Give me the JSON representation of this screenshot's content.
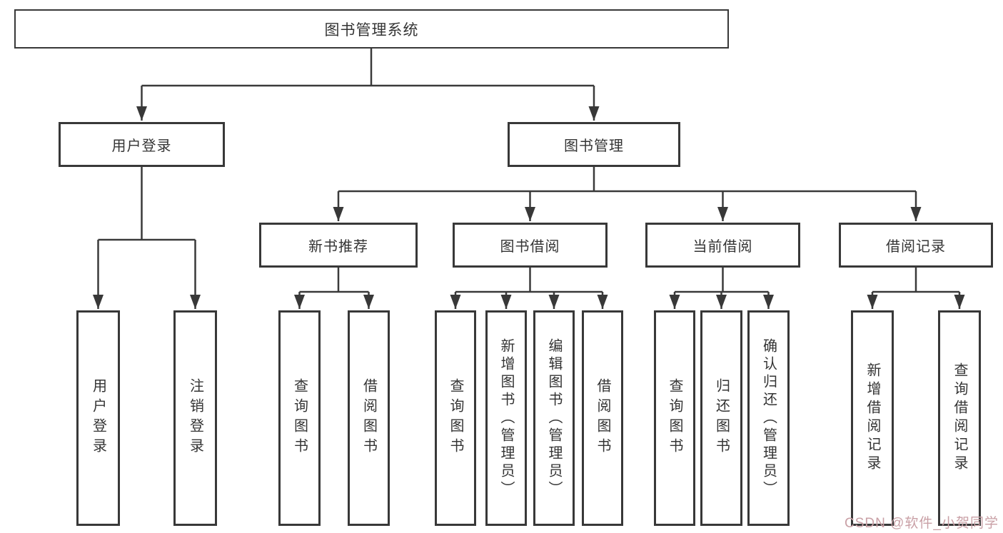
{
  "colors": {
    "line": "#3a3a3a",
    "border": "#383838",
    "text": "#343434",
    "watermark": "#c9a0a6",
    "background": "#ffffff"
  },
  "tree": {
    "root": {
      "label": "图书管理系统"
    },
    "modules": [
      {
        "label": "用户登录",
        "children": [
          "用户登录",
          "注销登录"
        ]
      },
      {
        "label": "图书管理",
        "sections": [
          {
            "label": "新书推荐",
            "children": [
              "查询图书",
              "借阅图书"
            ]
          },
          {
            "label": "图书借阅",
            "children": [
              "查询图书",
              "新增图书（管理员）",
              "编辑图书（管理员）",
              "借阅图书"
            ]
          },
          {
            "label": "当前借阅",
            "children": [
              "查询图书",
              "归还图书",
              "确认归还（管理员）"
            ]
          },
          {
            "label": "借阅记录",
            "children": [
              "新增借阅记录",
              "查询借阅记录"
            ]
          }
        ]
      }
    ]
  },
  "watermark": {
    "text": "CSDN @软件_小贺同学"
  }
}
